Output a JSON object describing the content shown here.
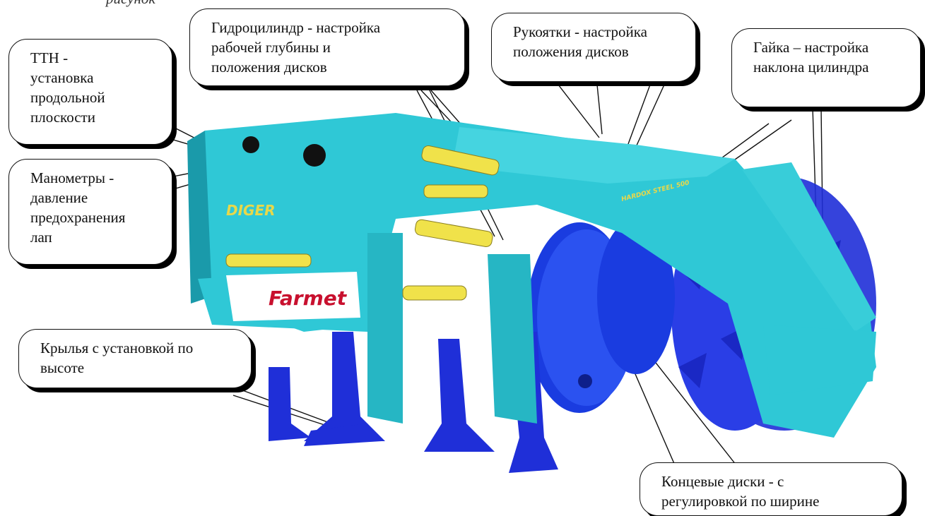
{
  "header_fragment": "рисунок",
  "callouts": {
    "ttn": "ТТН -\nустановка\nпродольной\nплоскости",
    "gauges": "Манометры -\nдавление\nпредохранения\nлап",
    "hydro": "Гидроцилиндр - настройка\nрабочей глубины и\nположения дисков",
    "handles": "Рукоятки - настройка\nположения дисков",
    "nut": "Гайка – настройка\nнаклона цилиндра",
    "wings": "Крылья с установкой по\nвысоте",
    "discs": "Концевые диски - с\nрегулировкой по ширине"
  },
  "machine": {
    "model_label": "DIGER",
    "brand_label": "Farmet",
    "frame_text": "HARDOX STEEL 500",
    "colors": {
      "frame": "#2fc8d6",
      "frame_shadow": "#1a9aaa",
      "tines": "#1f2fd8",
      "discs": "#1a3ce0",
      "cylinders": "#f0e24a"
    }
  }
}
